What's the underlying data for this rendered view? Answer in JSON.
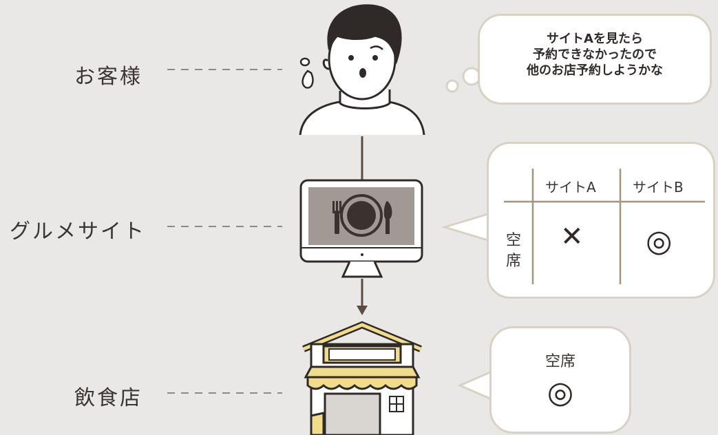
{
  "labels": {
    "customer": "お客様",
    "gourmet_site": "グルメサイト",
    "restaurant": "飲食店"
  },
  "thought": {
    "line1": "サイトAを見たら",
    "line2": "予約できなかったので",
    "line3": "他のお店予約しようかな"
  },
  "site_table": {
    "col_a": "サイトA",
    "col_b": "サイトB",
    "row_label_1": "空",
    "row_label_2": "席",
    "cell_a": "✕",
    "cell_b": "◎"
  },
  "restaurant_bubble": {
    "title": "空席",
    "value": "◎"
  },
  "colors": {
    "background": "#e9e8e6",
    "line": "#5a4b43",
    "bubble_border": "#d9d1c3",
    "awning_yellow": "#f1dc8c",
    "table_line": "#a39381"
  }
}
